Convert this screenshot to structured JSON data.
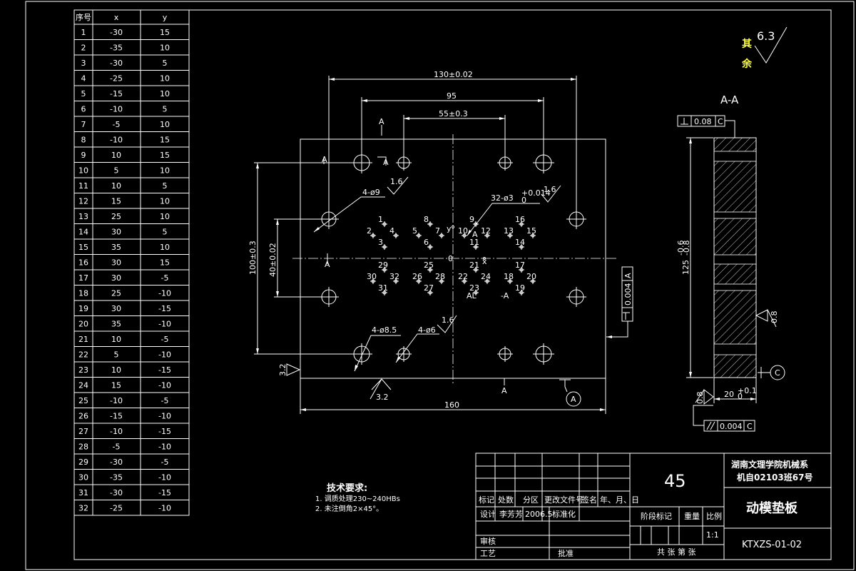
{
  "coord_table": {
    "headers": [
      "序号",
      "x",
      "y"
    ],
    "rows": [
      [
        "1",
        "-30",
        "15"
      ],
      [
        "2",
        "-35",
        "10"
      ],
      [
        "3",
        "-30",
        "5"
      ],
      [
        "4",
        "-25",
        "10"
      ],
      [
        "5",
        "-15",
        "10"
      ],
      [
        "6",
        "-10",
        "5"
      ],
      [
        "7",
        "-5",
        "10"
      ],
      [
        "8",
        "-10",
        "15"
      ],
      [
        "9",
        "10",
        "15"
      ],
      [
        "10",
        "5",
        "10"
      ],
      [
        "11",
        "10",
        "5"
      ],
      [
        "12",
        "15",
        "10"
      ],
      [
        "13",
        "25",
        "10"
      ],
      [
        "14",
        "30",
        "5"
      ],
      [
        "15",
        "35",
        "10"
      ],
      [
        "16",
        "30",
        "15"
      ],
      [
        "17",
        "30",
        "-5"
      ],
      [
        "18",
        "25",
        "-10"
      ],
      [
        "19",
        "30",
        "-15"
      ],
      [
        "20",
        "35",
        "-10"
      ],
      [
        "21",
        "10",
        "-5"
      ],
      [
        "22",
        "5",
        "-10"
      ],
      [
        "23",
        "10",
        "-15"
      ],
      [
        "24",
        "15",
        "-10"
      ],
      [
        "25",
        "-10",
        "-5"
      ],
      [
        "26",
        "-15",
        "-10"
      ],
      [
        "27",
        "-10",
        "-15"
      ],
      [
        "28",
        "-5",
        "-10"
      ],
      [
        "29",
        "-30",
        "-5"
      ],
      [
        "30",
        "-35",
        "-10"
      ],
      [
        "31",
        "-30",
        "-15"
      ],
      [
        "32",
        "-25",
        "-10"
      ]
    ]
  },
  "roughness_note": {
    "label_1": "其",
    "label_2": "余",
    "value": "6.3"
  },
  "dimensions": {
    "width_130": "130±0.02",
    "width_95": "95",
    "width_55": "55±0.3",
    "width_160": "160",
    "height_100": "100±0.3",
    "height_40": "40±0.02",
    "holes_4x9": "4-ø9",
    "holes_32x3": "32-ø3",
    "holes_32x3_tol_upper": "+0.014",
    "holes_32x3_tol_lower": "0",
    "holes_4x8_5": "4-ø8.5",
    "holes_4x6": "4-ø6",
    "rough_16": "1.6",
    "rough_32": "3.2",
    "rough_08": "0.8",
    "flatness": "0.004",
    "datum_a": "A",
    "perp_tol": "0.08",
    "datum_c": "C",
    "parallel_tol": "0.004",
    "section_height": "125",
    "section_height_tol_upper": "-0.6",
    "section_height_tol_lower": "-0.8",
    "section_thickness": "20",
    "section_thickness_tol_upper": "+0.1",
    "section_thickness_tol_lower": "0",
    "origin_o": "0",
    "axis_y": "y",
    "axis_x": "x",
    "section_mark": "A",
    "section_mark_al": "AL",
    "section_mark_a_rev": "-A"
  },
  "section_view": {
    "title": "A-A"
  },
  "technical_requirements": {
    "title": "技术要求:",
    "items": [
      "1. 调质处理230~240HBs",
      "2. 未注倒角2×45°。"
    ]
  },
  "title_block": {
    "school_line1": "湖南文理学院机械系",
    "school_line2": "机自02103班67号",
    "material": "45",
    "part_name": "动模垫板",
    "drawing_no": "KTXZS-01-02",
    "col_marker": "标记",
    "col_count": "处数",
    "col_zone": "分区",
    "col_change_doc": "更改文件号",
    "col_signature": "签名",
    "col_date": "年、月、日",
    "design_label": "设计",
    "designer": "李芳芳",
    "design_date": "2006.5",
    "standardize_label": "标准化",
    "stage_label": "阶段标记",
    "weight_label": "重量",
    "scale_label": "比例",
    "scale_value": "1:1",
    "review_label": "审核",
    "process_label": "工艺",
    "approve_label": "批准",
    "sheets_label": "共 张 第 张"
  },
  "colors": {
    "background": "#000000",
    "line": "#ffffff",
    "accent": "#ffff40"
  }
}
